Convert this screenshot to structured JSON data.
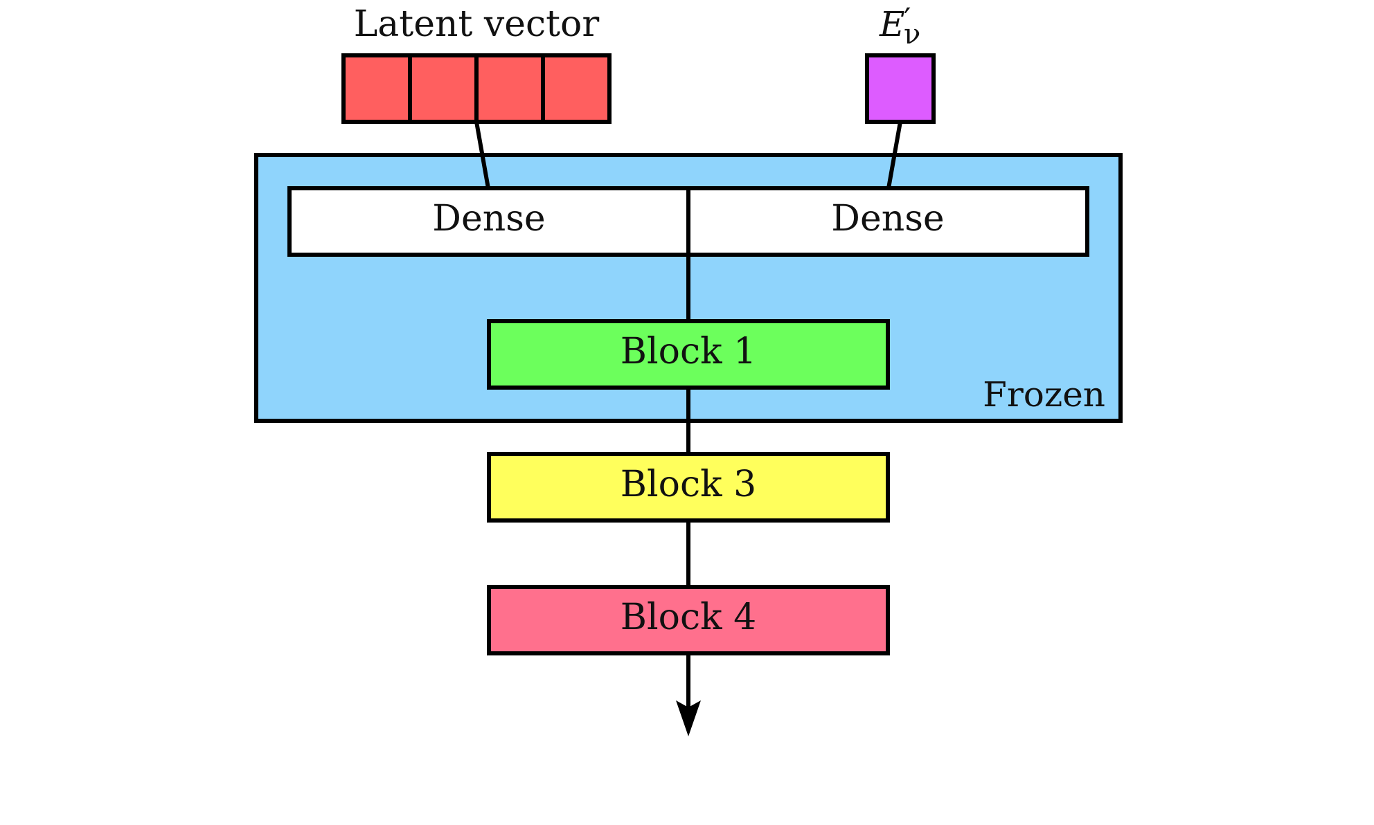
{
  "inputs": {
    "latent_label": "Latent vector",
    "energy_label": "E′ν",
    "latent_color": "#ff5f5f",
    "energy_color": "#dd5cff"
  },
  "frozen": {
    "label": "Frozen",
    "color": "#8fd4fc"
  },
  "dense": {
    "left_label": "Dense",
    "right_label": "Dense",
    "color": "#ffffff"
  },
  "blocks": [
    {
      "label": "Block 1",
      "color": "#6cff5c"
    },
    {
      "label": "Block 3",
      "color": "#ffff5c"
    },
    {
      "label": "Block 4",
      "color": "#ff708d"
    }
  ]
}
